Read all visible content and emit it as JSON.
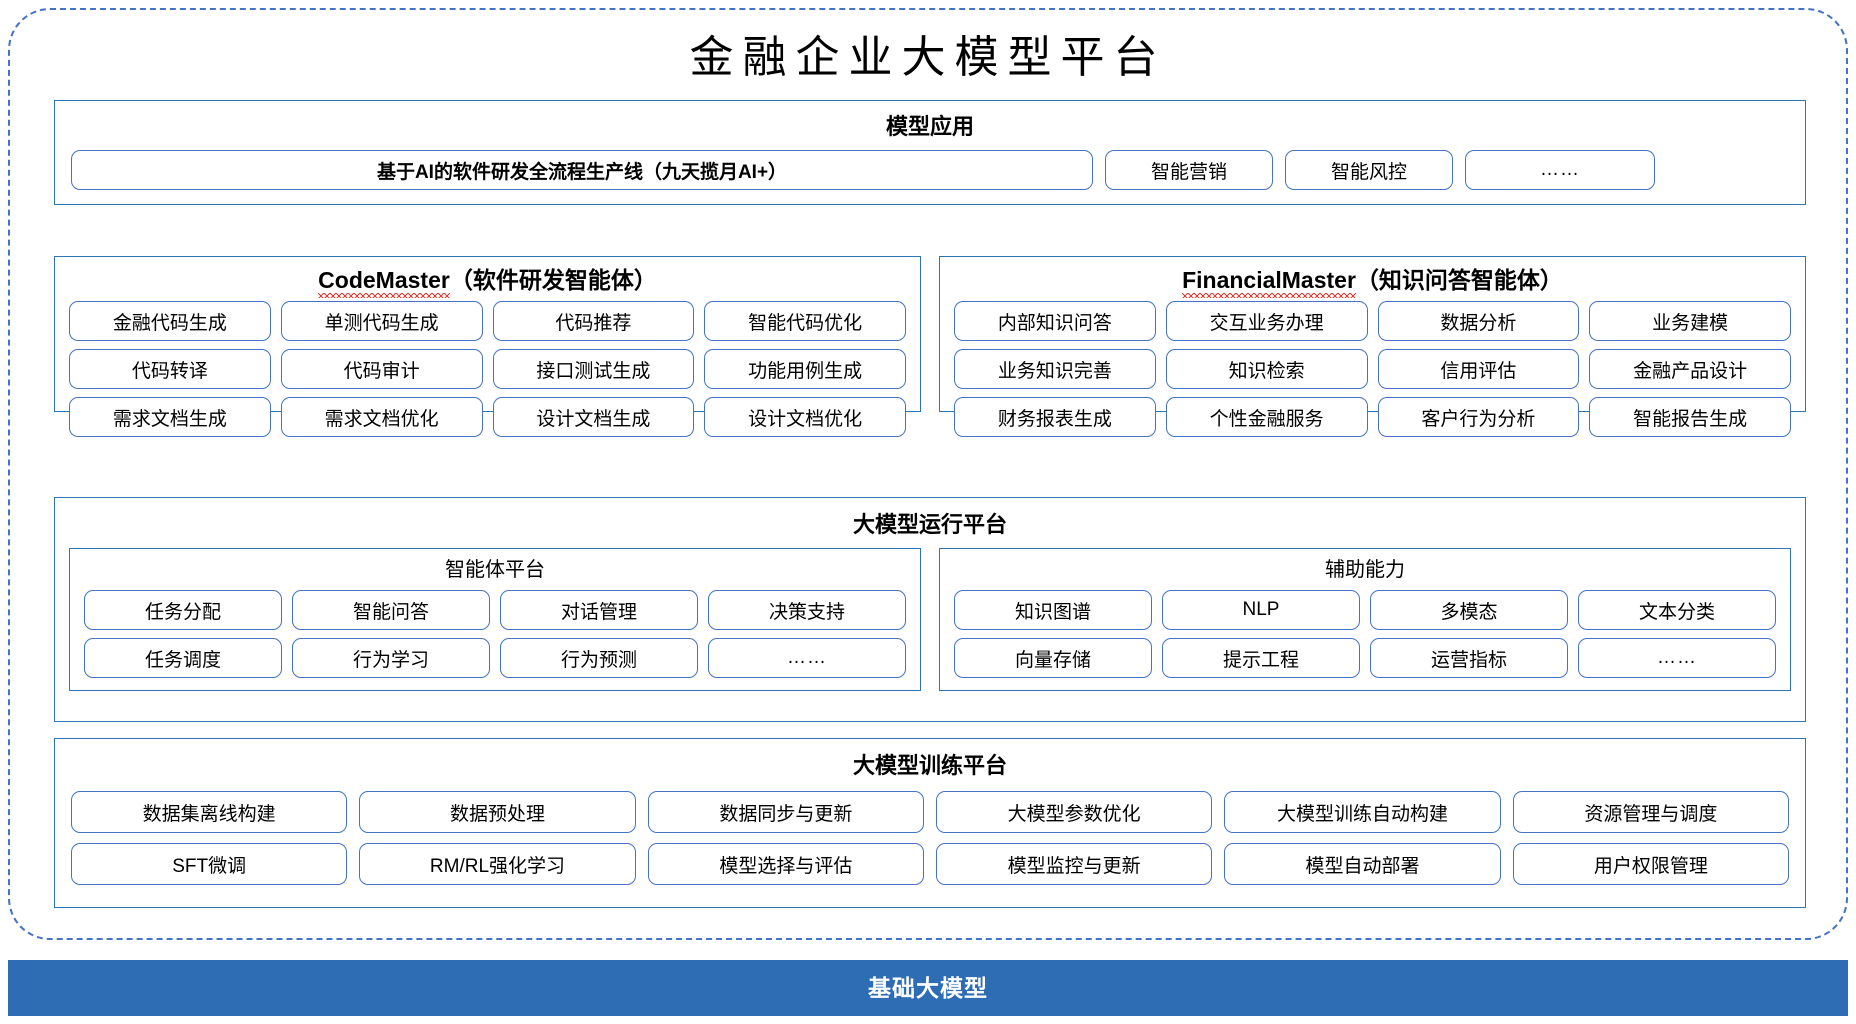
{
  "diagram": {
    "title": "金融企业大模型平台",
    "accent_color": "#4472C4",
    "panel_border_color": "#2E75B6",
    "base_bar_color": "#2E6DB4",
    "spellcheck_underline_color": "#E03C31"
  },
  "model_application": {
    "title": "模型应用",
    "items": [
      "基于AI的软件研发全流程生产线（九天揽月AI+）",
      "智能营销",
      "智能风控",
      "……"
    ]
  },
  "agents": [
    {
      "name": "CodeMaster",
      "suffix": "（软件研发智能体）",
      "items": [
        "金融代码生成",
        "单测代码生成",
        "代码推荐",
        "智能代码优化",
        "代码转译",
        "代码审计",
        "接口测试生成",
        "功能用例生成",
        "需求文档生成",
        "需求文档优化",
        "设计文档生成",
        "设计文档优化"
      ]
    },
    {
      "name": "FinancialMaster",
      "suffix": "（知识问答智能体）",
      "items": [
        "内部知识问答",
        "交互业务办理",
        "数据分析",
        "业务建模",
        "业务知识完善",
        "知识检索",
        "信用评估",
        "金融产品设计",
        "财务报表生成",
        "个性金融服务",
        "客户行为分析",
        "智能报告生成"
      ]
    }
  ],
  "runtime_platform": {
    "title": "大模型运行平台",
    "columns": [
      {
        "title": "智能体平台",
        "items": [
          "任务分配",
          "智能问答",
          "对话管理",
          "决策支持",
          "任务调度",
          "行为学习",
          "行为预测",
          "……"
        ]
      },
      {
        "title": "辅助能力",
        "items": [
          "知识图谱",
          "NLP",
          "多模态",
          "文本分类",
          "向量存储",
          "提示工程",
          "运营指标",
          "……"
        ]
      }
    ]
  },
  "training_platform": {
    "title": "大模型训练平台",
    "items": [
      "数据集离线构建",
      "数据预处理",
      "数据同步与更新",
      "大模型参数优化",
      "大模型训练自动构建",
      "资源管理与调度",
      "SFT微调",
      "RM/RL强化学习",
      "模型选择与评估",
      "模型监控与更新",
      "模型自动部署",
      "用户权限管理"
    ]
  },
  "base_model": {
    "label": "基础大模型"
  }
}
